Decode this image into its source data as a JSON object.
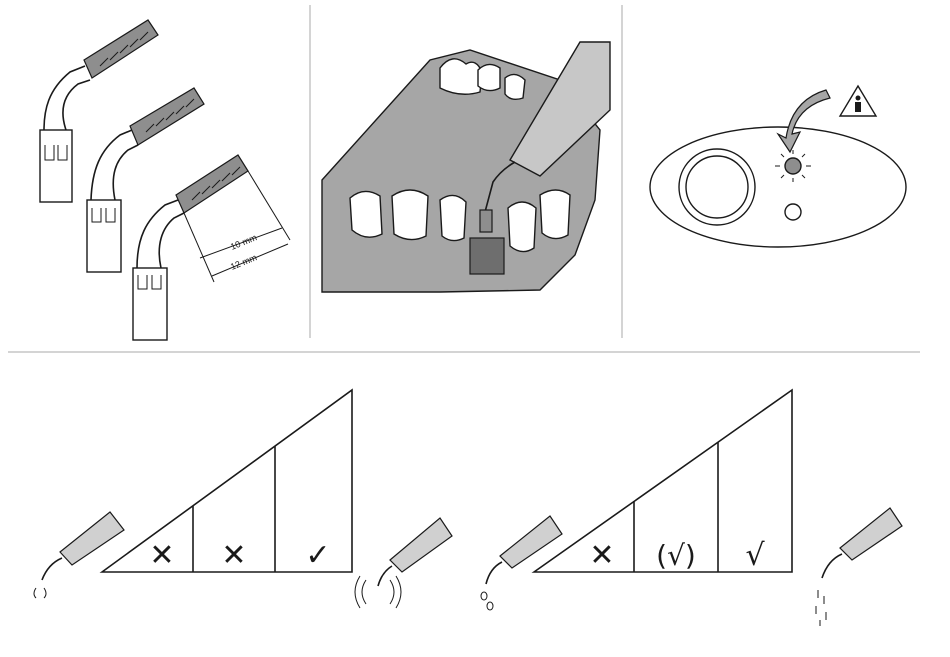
{
  "top_panels": {
    "dimension_short": "10 mm",
    "dimension_long": "12 mm"
  },
  "bottom_diagrams": [
    {
      "cells": [
        {
          "mark": "✕",
          "status": "not-recommended"
        },
        {
          "mark": "✕",
          "status": "not-recommended"
        },
        {
          "mark": "✓",
          "status": "recommended"
        }
      ]
    },
    {
      "cells": [
        {
          "mark": "✕",
          "status": "not-recommended"
        },
        {
          "mark": "(√)",
          "status": "conditional"
        },
        {
          "mark": "√",
          "status": "recommended"
        }
      ]
    }
  ],
  "icons": [
    "handpiece-tips-icon",
    "dental-procedure-icon",
    "control-panel-icon",
    "warning-person-icon",
    "vibration-icon",
    "water-drops-icon",
    "water-spray-icon"
  ],
  "colors": {
    "line": "#1a1a1a",
    "fill_gray": "#8e8e8e",
    "fill_light": "#d9d9d9",
    "separator": "#a8a8a8"
  }
}
